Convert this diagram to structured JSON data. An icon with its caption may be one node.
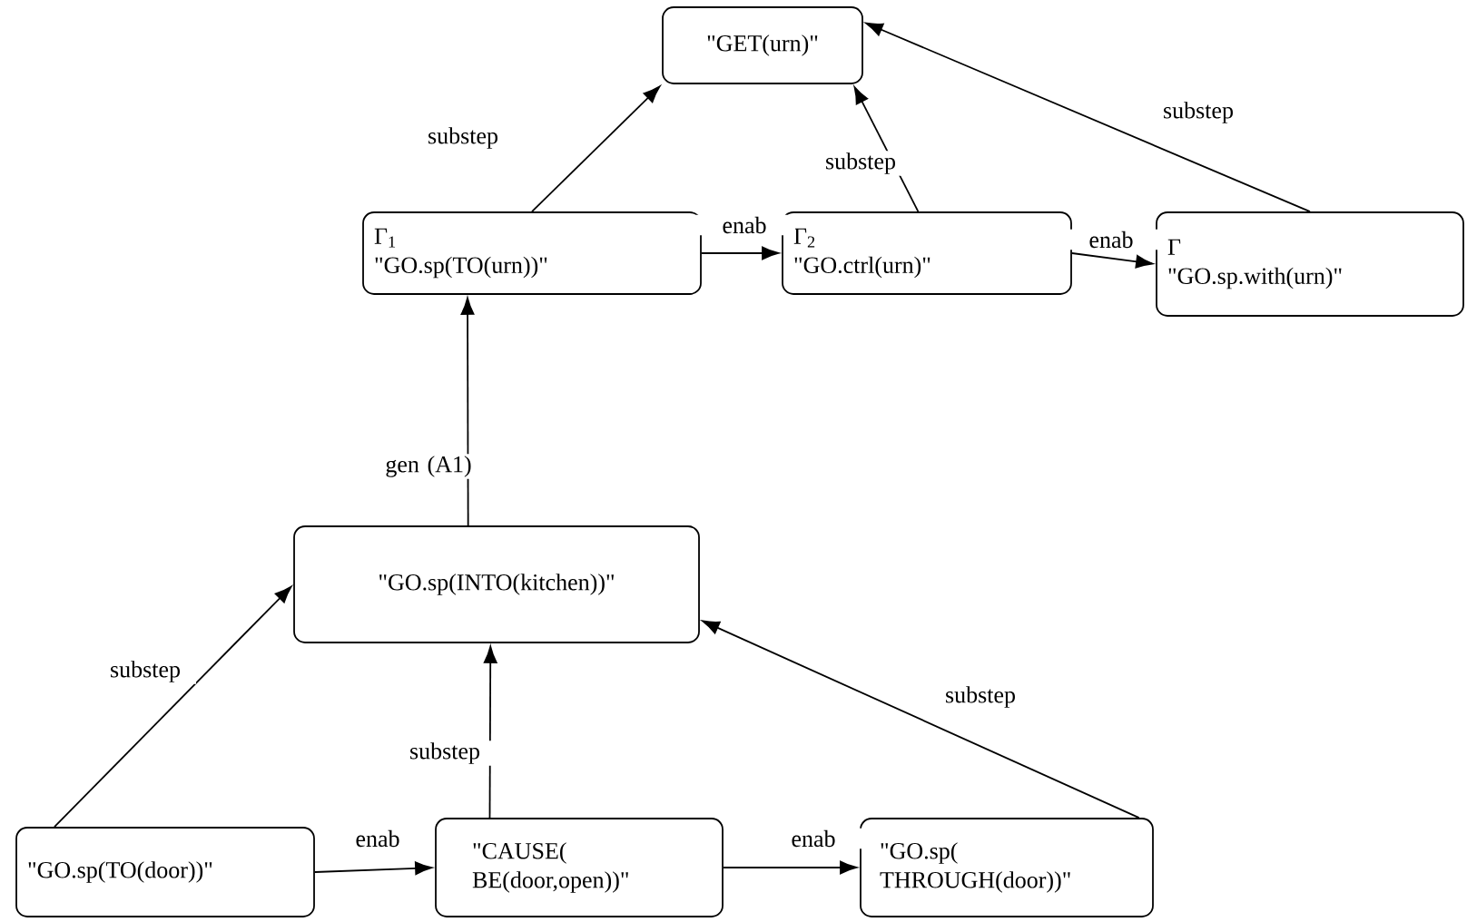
{
  "diagram": {
    "nodes": [
      {
        "text": [
          "\"GET(urn)\""
        ]
      },
      {
        "text": [
          "Γ$_{1}$",
          "\"GO.sp(TO(urn))\""
        ]
      },
      {
        "text": [
          "Γ$_{2}$",
          "\"GO.ctrl(urn)\""
        ]
      },
      {
        "text": [
          "Γ",
          "\"GO.sp.with(urn)\""
        ]
      },
      {
        "text": [
          "\"GO.sp(INTO(kitchen))\""
        ]
      },
      {
        "text": [
          "\"GO.sp(TO(door))\""
        ]
      },
      {
        "text": [
          "\"CAUSE( BE(door,open))\""
        ]
      },
      {
        "text": [
          "\"GO.sp( THROUGH(door))\""
        ]
      }
    ],
    "edges": [
      {
        "from": 1,
        "to": 0,
        "arrow": "to",
        "label": "substep"
      },
      {
        "from": 2,
        "to": 0,
        "arrow": "to",
        "label": "substep"
      },
      {
        "from": 3,
        "to": 0,
        "arrow": "to",
        "label": "substep"
      },
      {
        "from": 1,
        "to": 2,
        "arrow": "to",
        "label": "enab"
      },
      {
        "from": 2,
        "to": 3,
        "arrow": "to",
        "label": "enab"
      },
      {
        "from": 4,
        "to": 1,
        "arrow": "to",
        "label": "gen (A1)"
      },
      {
        "from": 5,
        "to": 4,
        "arrow": "to",
        "label": "substep"
      },
      {
        "from": 6,
        "to": 4,
        "arrow": "to",
        "label": "substep"
      },
      {
        "from": 7,
        "to": 4,
        "arrow": "to",
        "label": "substep"
      },
      {
        "from": 5,
        "to": 6,
        "arrow": "to",
        "label": "enab"
      },
      {
        "from": 6,
        "to": 7,
        "arrow": "to",
        "label": "enab"
      }
    ]
  }
}
